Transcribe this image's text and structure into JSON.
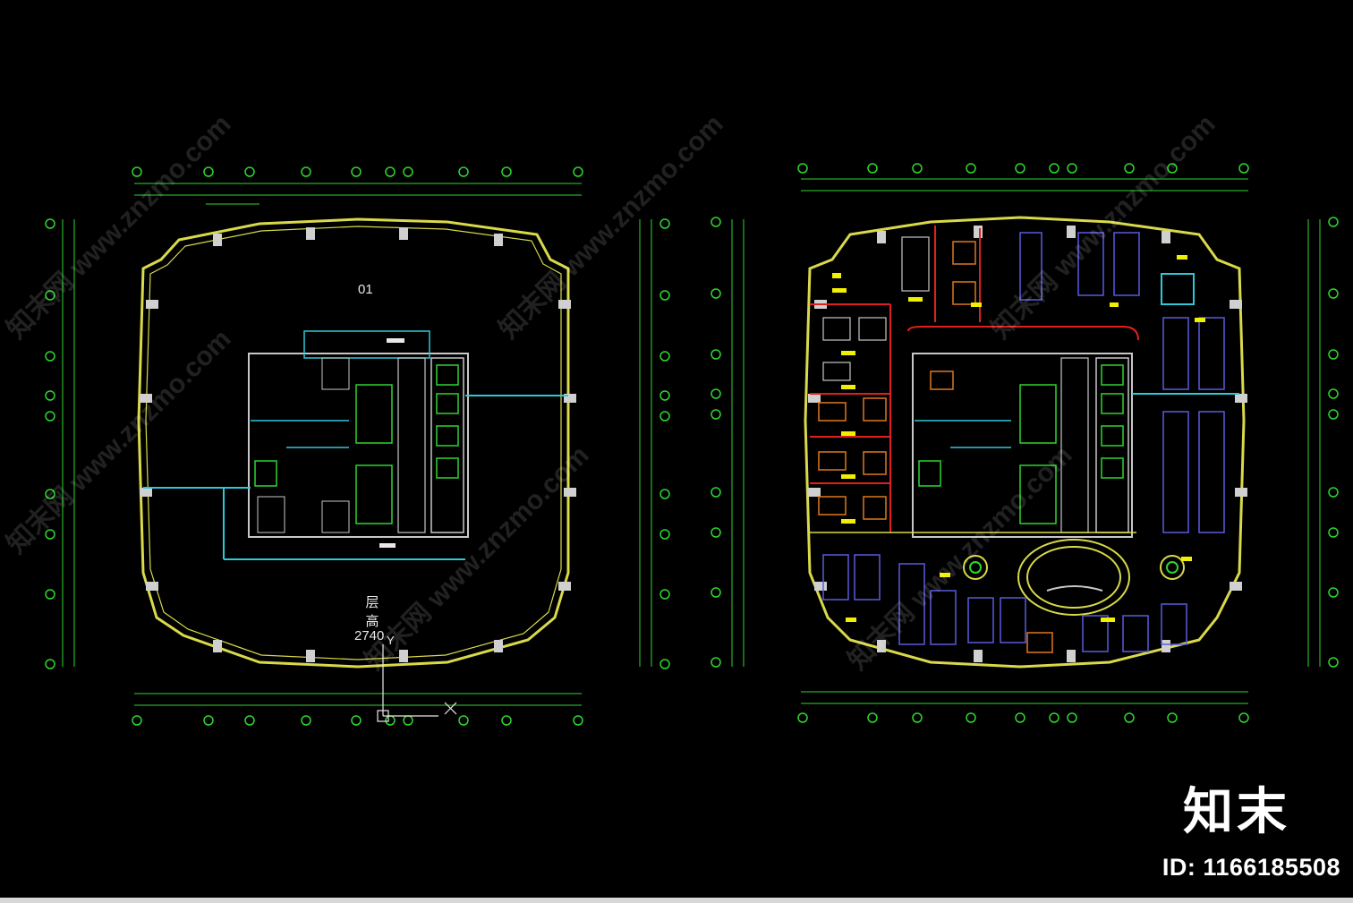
{
  "plan_left": {
    "label": "01",
    "height_label_line1": "层",
    "height_label_line2": "高",
    "height_value": "2740"
  },
  "ucs": {
    "y": "Y",
    "x": "X"
  },
  "watermark": {
    "brand": "知末",
    "id": "ID: 1166185508",
    "diagonal": "知末网 www.znzmo.com"
  },
  "colors": {
    "background": "#000000",
    "outline": "#d9d94a",
    "dimension": "#2fd62f",
    "wall": "#c8c8c8",
    "cyan": "#2ec8d8",
    "red": "#e02020",
    "furniture_blue": "#5a5ae0",
    "furniture_orange": "#e0781e",
    "tag": "#f0f000",
    "column": "#d0d0d0"
  }
}
